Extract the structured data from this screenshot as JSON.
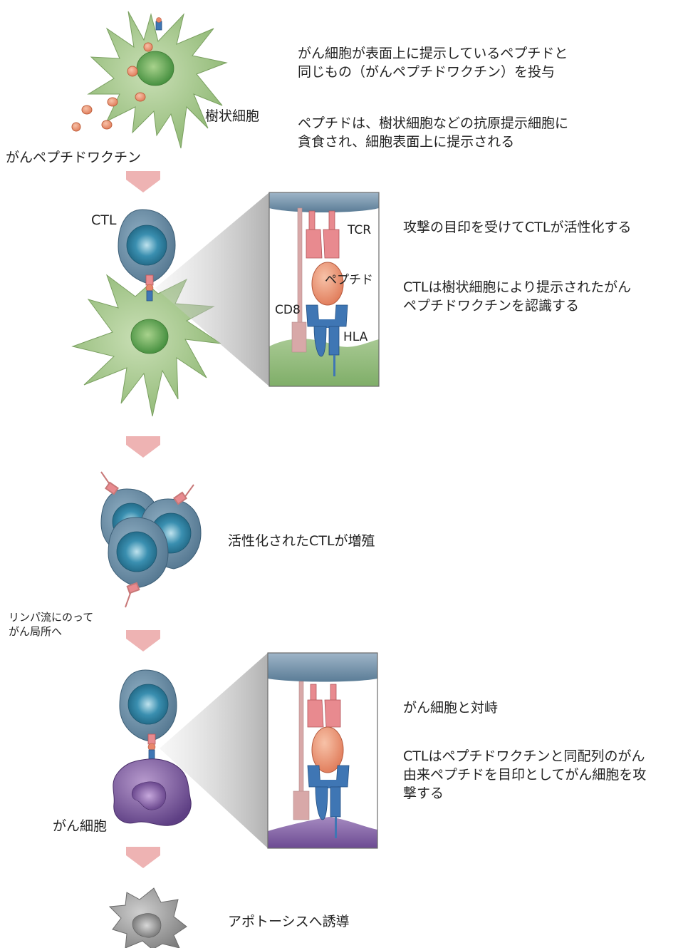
{
  "step1": {
    "desc_line1": "がん細胞が表面上に提示しているペプチドと",
    "desc_line2": "同じもの（がんペプチドワクチン）を投与",
    "desc2_line1": "ペプチドは、樹状細胞などの抗原提示細胞に",
    "desc2_line2": "貪食され、細胞表面上に提示される",
    "dendritic_label": "樹状細胞",
    "vaccine_label": "がんペプチドワクチン"
  },
  "step2": {
    "ctl_label": "CTL",
    "inset_tcr": "TCR",
    "inset_peptide": "ペプチド",
    "inset_cd8": "CD8",
    "inset_hla": "HLA",
    "desc_line1": "攻撃の目印を受けてCTLが活性化する",
    "desc2_line1": "CTLは樹状細胞により提示されたがん",
    "desc2_line2": "ペプチドワクチンを認識する"
  },
  "step3": {
    "desc": "活性化されたCTLが増殖",
    "note_line1": "リンパ流にのって",
    "note_line2": "がん局所へ"
  },
  "step4": {
    "cancer_label": "がん細胞",
    "desc_line1": "がん細胞と対峙",
    "desc2_line1": "CTLはペプチドワクチンと同配列のがん",
    "desc2_line2": "由来ペプチドを目印としてがん細胞を攻",
    "desc2_line3": "撃する"
  },
  "step5": {
    "desc": "アポトーシスへ誘導"
  },
  "colors": {
    "arrow": "#eeb3b3",
    "dendritic": "#9dc184",
    "ctl": "#5a7f98",
    "nucleus_ctl": "#2f7f9c",
    "cancer": "#7a5a9c",
    "apoptotic": "#8c8c8c",
    "peptide": "#e8866a",
    "tcr": "#e88a8f",
    "hla": "#3f76b4",
    "cd8": "#d8a8a8"
  }
}
